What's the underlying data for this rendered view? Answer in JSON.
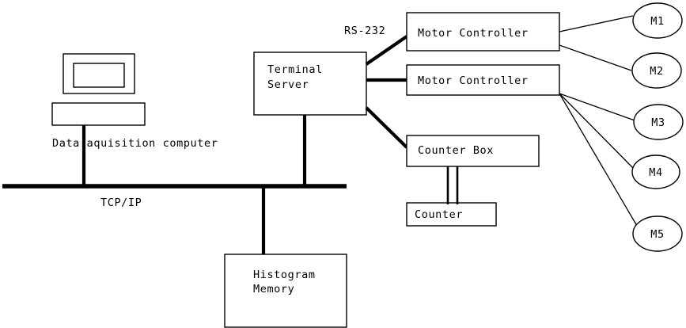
{
  "diagram": {
    "title": "Data acquisition system block diagram",
    "background_color": "#ffffff",
    "line_color": "#000000",
    "nodes": {
      "data_acquisition_computer": {
        "label": "Data aquisition computer",
        "type": "computer-workstation"
      },
      "terminal_server": {
        "label_line1": "Terminal",
        "label_line2": "Server",
        "type": "box"
      },
      "motor_controller_1": {
        "label": "Motor Controller",
        "type": "box"
      },
      "motor_controller_2": {
        "label": "Motor Controller",
        "type": "box"
      },
      "counter_box": {
        "label": "Counter Box",
        "type": "box"
      },
      "counter": {
        "label": "Counter",
        "type": "box"
      },
      "histogram_memory": {
        "label_line1": "Histogram",
        "label_line2": "Memory",
        "type": "box"
      },
      "motor_1": {
        "label": "M1",
        "type": "ellipse"
      },
      "motor_2": {
        "label": "M2",
        "type": "ellipse"
      },
      "motor_3": {
        "label": "M3",
        "type": "ellipse"
      },
      "motor_4": {
        "label": "M4",
        "type": "ellipse"
      },
      "motor_5": {
        "label": "M5",
        "type": "ellipse"
      }
    },
    "link_labels": {
      "serial_link": "RS-232",
      "network_bus": "TCP/IP"
    }
  }
}
